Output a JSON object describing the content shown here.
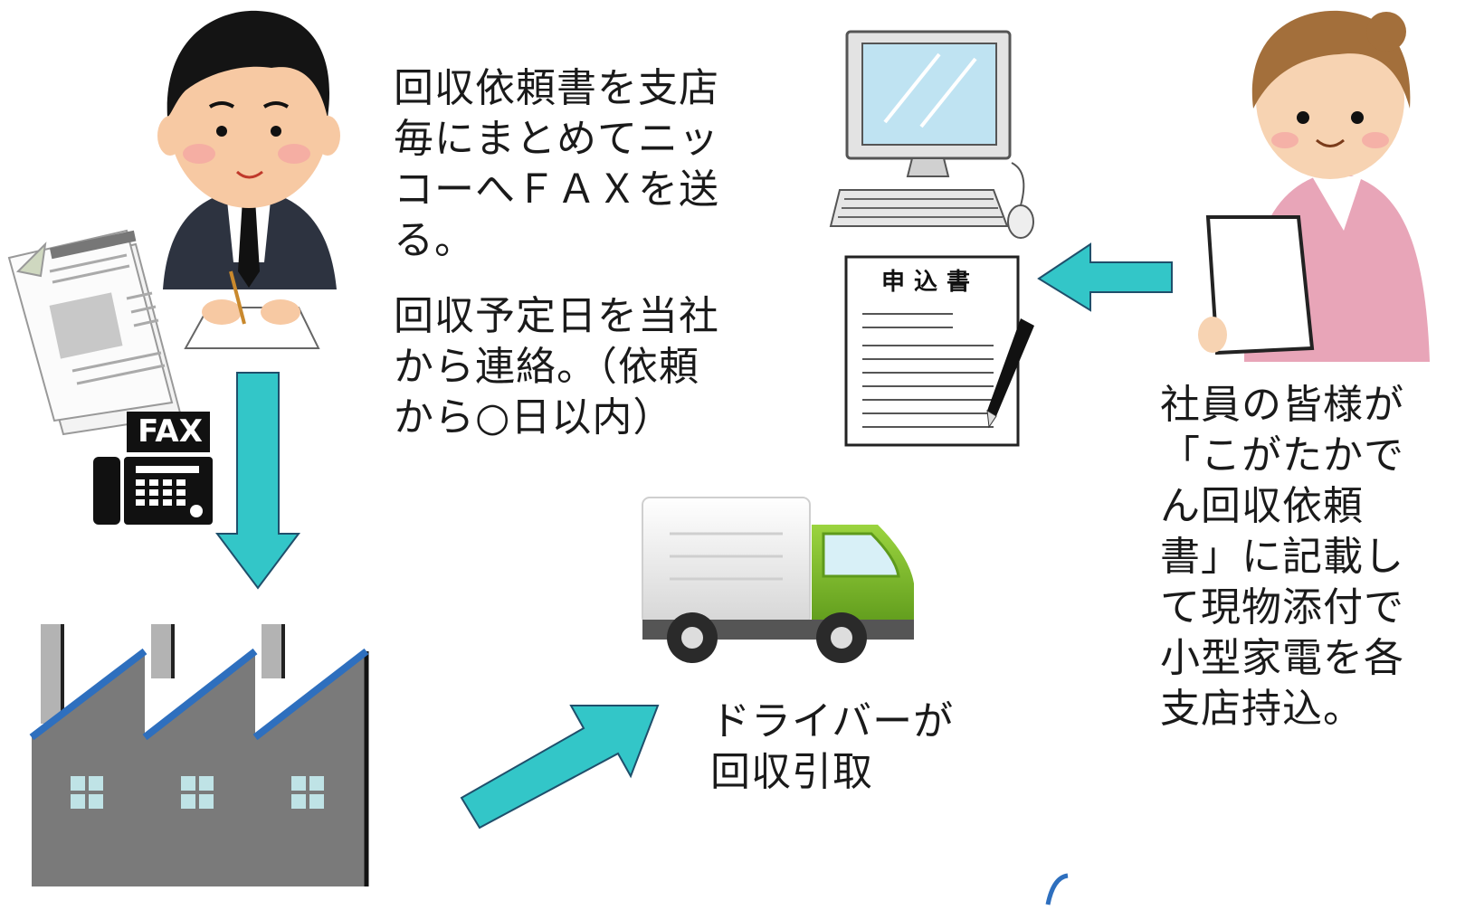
{
  "step1_text": "回収依頼書を支店\n毎にまとめてニッ\nコーへＦＡＸを送\nる。",
  "step2_text": "回収予定日を当社\nから連絡。（依頼\nから○日以内）",
  "employee_text": "社員の皆様が\n「こがたかで\nん回収依頼\n書」に記載し\nて現物添付で\n小型家電を各\n支店持込。",
  "driver_text": "ドライバーが\n回収引取",
  "fax_label": "FAX",
  "form_title": "申込書",
  "colors": {
    "arrow": "#33c6c8",
    "arrow_stroke": "#1f4f6b",
    "factory_body": "#7a7a7a",
    "factory_roof": "#2e6fbe",
    "suit": "#2d3340",
    "jacket_pink": "#e8a5b8",
    "truck_cab": "#7cbf2a"
  }
}
